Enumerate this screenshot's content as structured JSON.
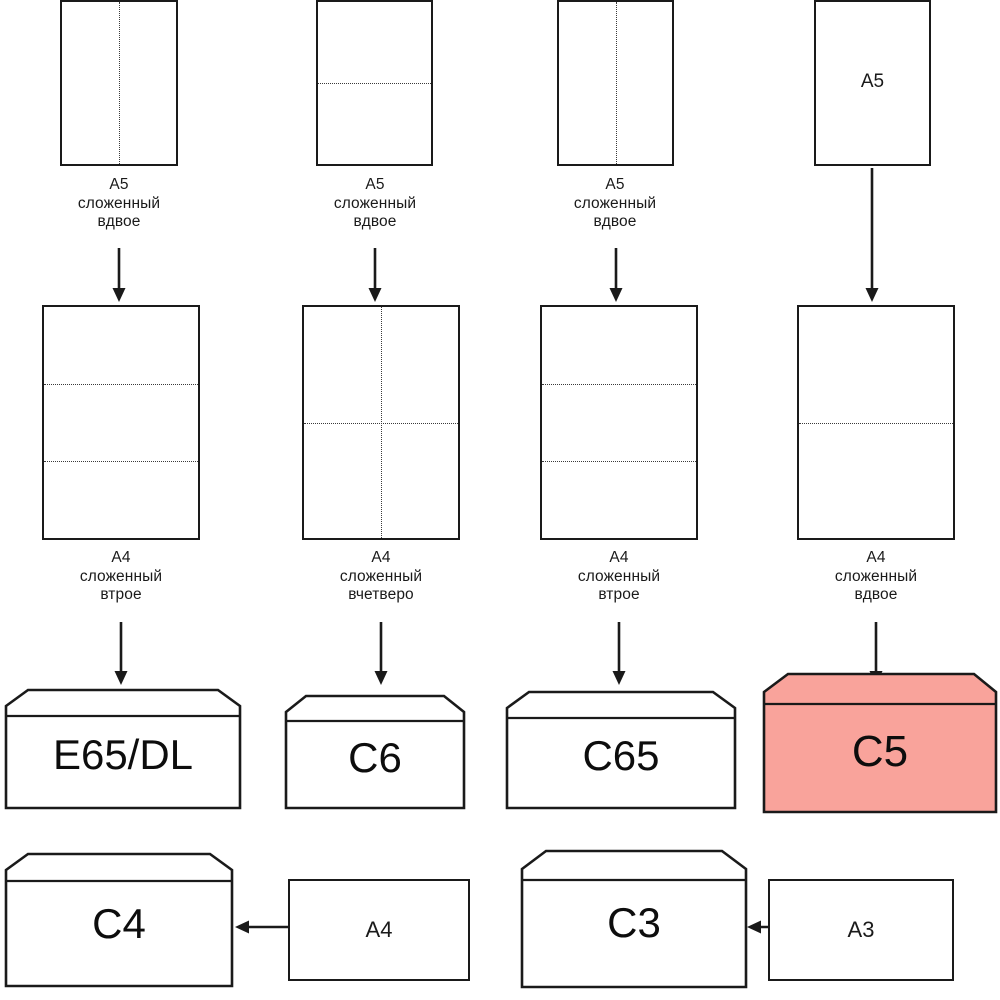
{
  "diagram": {
    "title": "Envelope and paper format correspondence chart",
    "language": "ru",
    "highlight_color": "#f9a39b",
    "line_color": "#1a1a1a",
    "fold_line_color": "#3a3a3a",
    "background": "#ffffff",
    "highlighted_item": "C5"
  },
  "columns": [
    {
      "id": "col1",
      "top": {
        "label": "А5\nсложенный\nвдвое",
        "format": "А5",
        "fold_note": "сложенный вдвое",
        "folds": [
          "vertical-center"
        ]
      },
      "middle": {
        "label": "А4\nсложенный\nвтрое",
        "format": "А4",
        "fold_note": "сложенный втрое",
        "folds": [
          "horizontal-third",
          "horizontal-two-thirds"
        ]
      },
      "envelope": {
        "label": "E65/DL",
        "highlighted": false
      }
    },
    {
      "id": "col2",
      "top": {
        "label": "А5\nсложенный\nвдвое",
        "format": "А5",
        "fold_note": "сложенный вдвое",
        "folds": [
          "horizontal-center"
        ]
      },
      "middle": {
        "label": "А4\nсложенный\nвчетверо",
        "format": "А4",
        "fold_note": "сложенный вчетверо",
        "folds": [
          "horizontal-center",
          "vertical-center"
        ]
      },
      "envelope": {
        "label": "C6",
        "highlighted": false
      }
    },
    {
      "id": "col3",
      "top": {
        "label": "А5\nсложенный\nвдвое",
        "format": "А5",
        "fold_note": "сложенный вдвое",
        "folds": [
          "vertical-center"
        ]
      },
      "middle": {
        "label": "А4\nсложенный\nвтрое",
        "format": "А4",
        "fold_note": "сложенный втрое",
        "folds": [
          "horizontal-third",
          "horizontal-two-thirds"
        ]
      },
      "envelope": {
        "label": "C65",
        "highlighted": false
      }
    },
    {
      "id": "col4",
      "top": {
        "label": "",
        "format": "А5",
        "inner_label": "А5",
        "fold_note": "",
        "folds": []
      },
      "middle": {
        "label": "А4\nсложенный\nвдвое",
        "format": "А4",
        "fold_note": "сложенный вдвое",
        "folds": [
          "horizontal-center"
        ]
      },
      "envelope": {
        "label": "C5",
        "highlighted": true
      }
    }
  ],
  "bottom_row": [
    {
      "id": "row-c4",
      "envelope": {
        "label": "C4",
        "highlighted": false
      },
      "paper": {
        "label": "A4"
      },
      "arrow": "left"
    },
    {
      "id": "row-c3",
      "envelope": {
        "label": "C3",
        "highlighted": false
      },
      "paper": {
        "label": "A3"
      },
      "arrow": "left"
    }
  ]
}
